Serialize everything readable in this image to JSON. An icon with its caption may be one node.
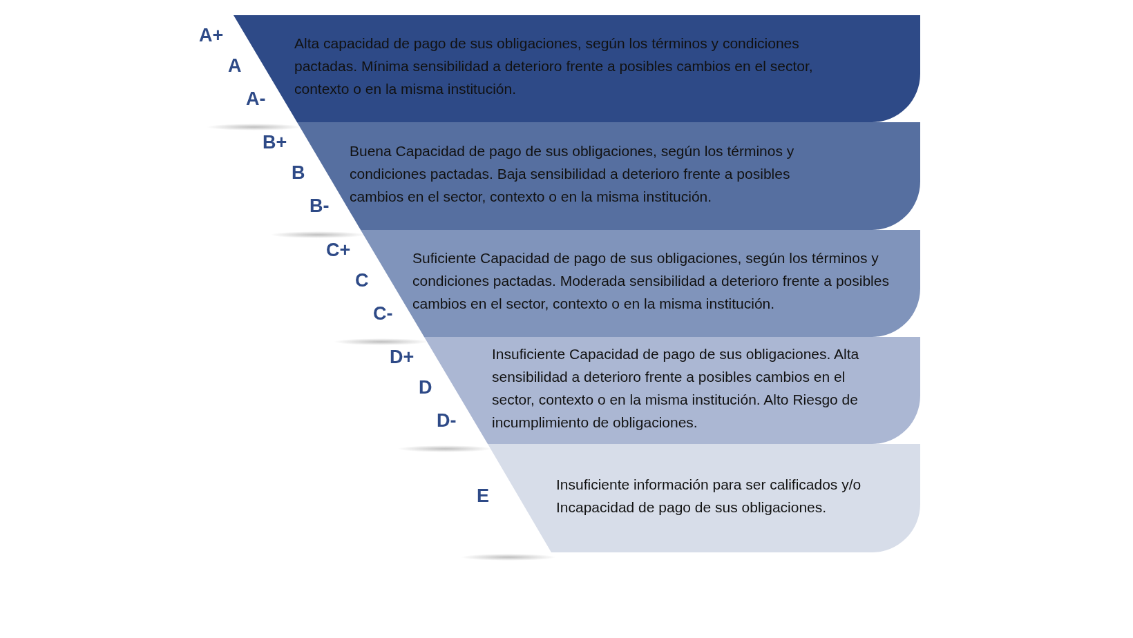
{
  "diagram": {
    "nodes": [
      {
        "text": [
          "A+",
          "A",
          "A-",
          "Alta capacidad de pago de sus obligaciones, según los términos y condiciones pactadas. Mínima sensibilidad a deterioro frente a posibles cambios en el sector, contexto o en la misma institución."
        ]
      },
      {
        "text": [
          "B+",
          "B",
          "B-",
          "Buena Capacidad de pago de sus obligaciones, según los términos y condiciones pactadas. Baja sensibilidad a deterioro frente a posibles cambios en el sector, contexto o en la misma institución."
        ]
      },
      {
        "text": [
          "C+",
          "C",
          "C-",
          "Suficiente Capacidad de pago de sus obligaciones, según los términos y condiciones pactadas. Moderada sensibilidad a deterioro frente a posibles cambios en el sector, contexto o en la misma institución."
        ]
      },
      {
        "text": [
          "D+",
          "D",
          "D-",
          "Insuficiente Capacidad de pago de sus obligaciones. Alta sensibilidad a deterioro frente a posibles cambios en el sector, contexto o en la misma institución. Alto Riesgo de incumplimiento de obligaciones."
        ]
      },
      {
        "text": [
          "E",
          "Insuficiente información para ser calificados y/o Incapacidad de pago de sus obligaciones."
        ]
      }
    ]
  }
}
